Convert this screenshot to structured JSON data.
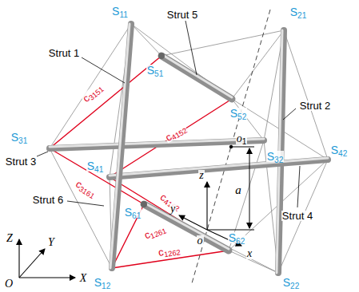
{
  "diagram": {
    "labels": [
      "S11",
      "Strut 5",
      "S21",
      "Strut 1",
      "S51",
      "c3151",
      "S52",
      "Strut 2",
      "c4152",
      "S31",
      "Strut 3",
      "S32",
      "o1",
      "S41",
      "S42",
      "c3161",
      "a",
      "c4162",
      "Strut 6",
      "z",
      "S61",
      "y",
      "Strut 4",
      "c1261",
      "S62",
      "x",
      "o",
      "c1262",
      "Z",
      "Y",
      "S12",
      "S22",
      "O",
      "X"
    ]
  }
}
